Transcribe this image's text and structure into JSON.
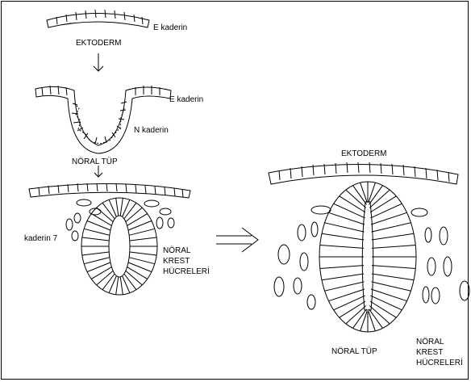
{
  "labels": {
    "top_e_cadherin": "E kaderin",
    "ectoderm_top": "EKTODERM",
    "middle_e_cadherin": "E kaderin",
    "n_cadherin": "N kaderin",
    "neural_tube_mid": "NÖRAL TÜP",
    "cadherin_7": "kaderin 7",
    "neural_crest_left": [
      "NÖRAL",
      "KREST",
      "HÜCRELERİ"
    ],
    "ectoderm_right": "EKTODERM",
    "neural_tube_right": "NÖRAL TÜP",
    "neural_crest_right": [
      "NÖRAL",
      "KREST",
      "HÜCRELERİ"
    ]
  }
}
